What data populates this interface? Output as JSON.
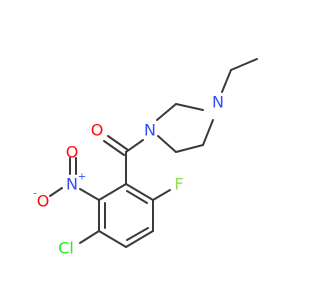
{
  "atoms": {
    "oxygen_carbonyl": "O",
    "nitrogen_piperazine_1": "N",
    "nitrogen_piperazine_4": "N",
    "nitrogen_nitro": "N",
    "nitro_charge_plus": "+",
    "oxygen_nitro_top": "O",
    "oxygen_nitro_left": "O",
    "nitro_charge_minus": "-",
    "fluorine": "F",
    "chlorine": "Cl"
  },
  "colors": {
    "bond": "#3a3a3a",
    "oxygen": "#ff0d0d",
    "nitrogen": "#3050f8",
    "fluorine": "#90e050",
    "chlorine": "#1ff01f"
  }
}
